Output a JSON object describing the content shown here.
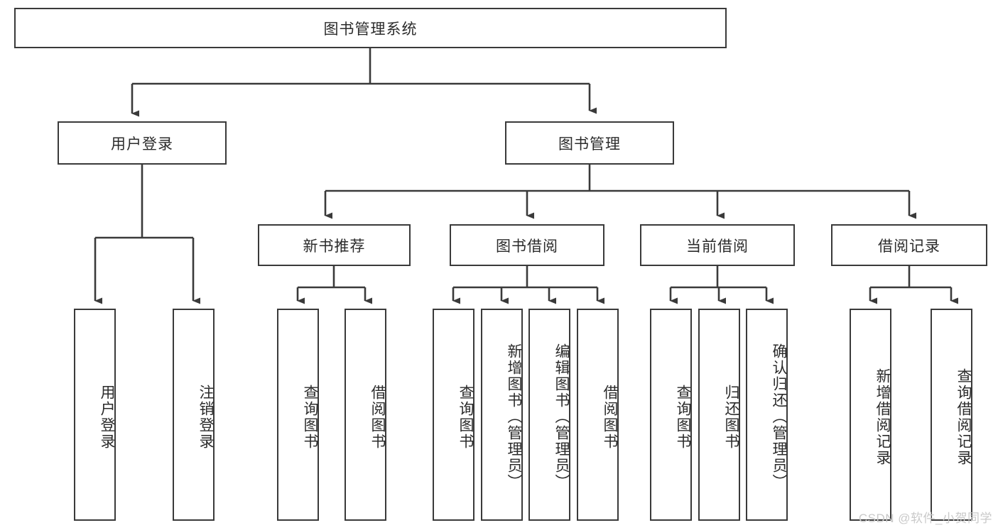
{
  "diagram": {
    "type": "tree",
    "title_node": {
      "id": "root",
      "label": "图书管理系统"
    },
    "level1": [
      {
        "id": "user-login",
        "label": "用户登录"
      },
      {
        "id": "book-manage",
        "label": "图书管理"
      }
    ],
    "level2": [
      {
        "id": "new-book-rec",
        "label": "新书推荐",
        "parent": "book-manage"
      },
      {
        "id": "book-borrow",
        "label": "图书借阅",
        "parent": "book-manage"
      },
      {
        "id": "current-borrow",
        "label": "当前借阅",
        "parent": "book-manage"
      },
      {
        "id": "borrow-record",
        "label": "借阅记录",
        "parent": "book-manage"
      }
    ],
    "leaves": [
      {
        "id": "leaf-user-login",
        "label": "用户登录",
        "parent": "user-login"
      },
      {
        "id": "leaf-user-logout",
        "label": "注销登录",
        "parent": "user-login"
      },
      {
        "id": "leaf-query-book-rec",
        "label": "查询图书",
        "parent": "new-book-rec"
      },
      {
        "id": "leaf-borrow-book-rec",
        "label": "借阅图书",
        "parent": "new-book-rec"
      },
      {
        "id": "leaf-query-book-borrow",
        "label": "查询图书",
        "parent": "book-borrow"
      },
      {
        "id": "leaf-add-book",
        "label": "新增图书（管理员）",
        "parent": "book-borrow"
      },
      {
        "id": "leaf-edit-book",
        "label": "编辑图书（管理员）",
        "parent": "book-borrow"
      },
      {
        "id": "leaf-borrow-book",
        "label": "借阅图书",
        "parent": "book-borrow"
      },
      {
        "id": "leaf-query-book-current",
        "label": "查询图书",
        "parent": "current-borrow"
      },
      {
        "id": "leaf-return-book",
        "label": "归还图书",
        "parent": "current-borrow"
      },
      {
        "id": "leaf-confirm-return",
        "label": "确认归还（管理员）",
        "parent": "current-borrow"
      },
      {
        "id": "leaf-add-record",
        "label": "新增借阅记录",
        "parent": "borrow-record"
      },
      {
        "id": "leaf-query-record",
        "label": "查询借阅记录",
        "parent": "borrow-record"
      }
    ],
    "colors": {
      "stroke": "#3a3a3a",
      "fill": "#ffffff",
      "text": "#2b2b2b",
      "watermark": "#c9c9c9"
    }
  },
  "watermark": {
    "text": "CSDN @软件_小贺同学"
  }
}
